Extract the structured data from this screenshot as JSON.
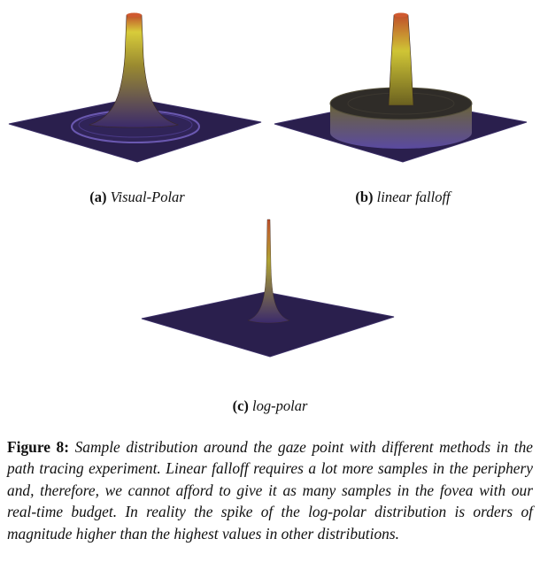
{
  "panels": [
    {
      "label": "(a)",
      "name": "Visual-Polar",
      "kind": "visual-polar"
    },
    {
      "label": "(b)",
      "name": "linear falloff",
      "kind": "linear"
    },
    {
      "label": "(c)",
      "name": "log-polar",
      "kind": "log"
    }
  ],
  "caption": {
    "label": "Figure 8:",
    "text": "Sample distribution around the gaze point with different methods in the path tracing experiment. Linear falloff requires a lot more samples in the periphery and, therefore, we cannot afford to give it as many samples in the fovea with our real-time budget. In reality the spike of the log-polar distribution is orders of magnitude higher than the highest values in other distributions."
  },
  "colors": {
    "floor": "#2a1f4d",
    "rim": "#5a4aa0",
    "low": "#3b2a6b",
    "mid": "#9a8a30",
    "high": "#e6e040",
    "top": "#c0502a",
    "disk": "#2f2c28"
  }
}
